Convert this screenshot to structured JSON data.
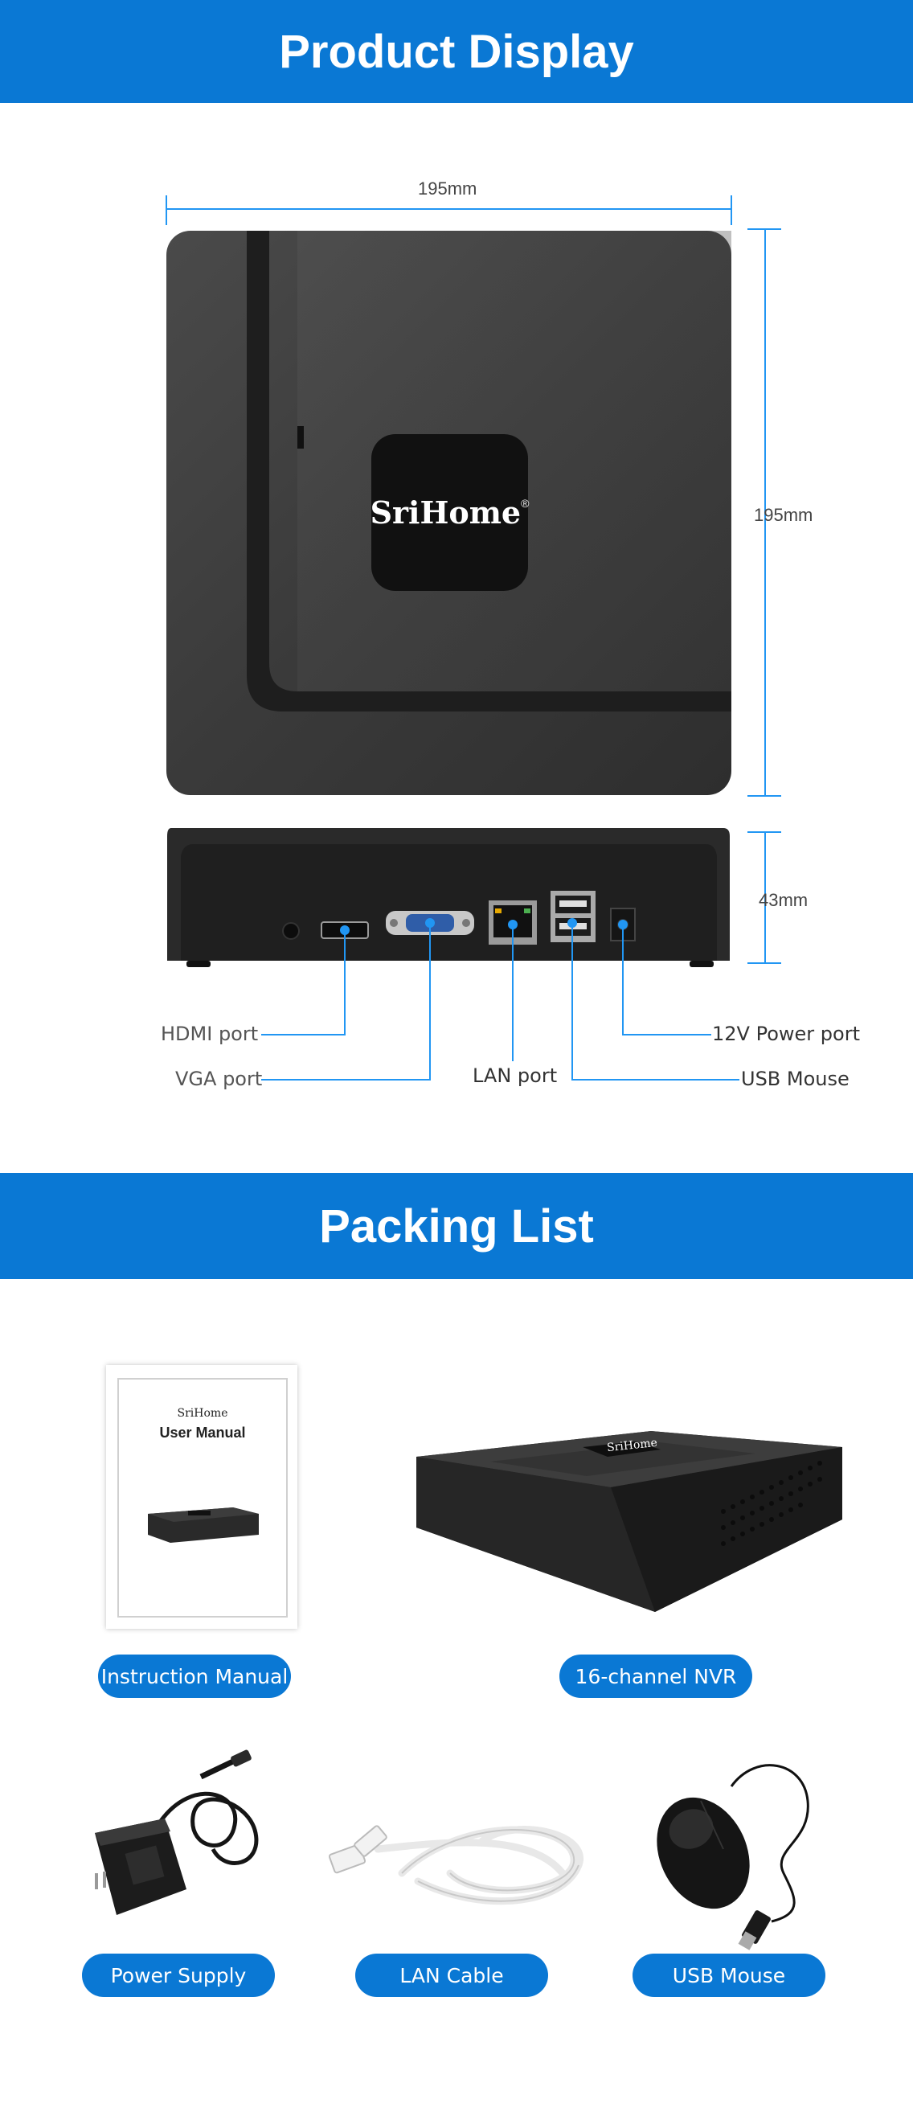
{
  "product_display": {
    "title": "Product Display",
    "dimensions": {
      "width": "195mm",
      "depth": "195mm",
      "height": "43mm"
    },
    "device_logo": "SriHome",
    "ports": [
      {
        "label": "HDMI port"
      },
      {
        "label": "VGA port"
      },
      {
        "label": "LAN port"
      },
      {
        "label": "12V Power port"
      },
      {
        "label": "USB Mouse"
      }
    ]
  },
  "packing_list": {
    "title": "Packing List",
    "manual_cover": {
      "brand": "SriHome",
      "title": "User Manual"
    },
    "nvr_logo": "SriHome",
    "items": [
      {
        "label": "Instruction Manual"
      },
      {
        "label": "16-channel NVR"
      },
      {
        "label": "Power Supply"
      },
      {
        "label": "LAN Cable"
      },
      {
        "label": "USB Mouse"
      }
    ]
  },
  "colors": {
    "accent": "#0a78d4",
    "device": "#3a3a3a",
    "text": "#555555"
  }
}
